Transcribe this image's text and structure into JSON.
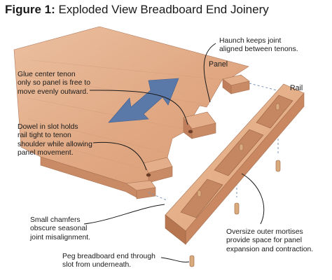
{
  "title": {
    "figure_label": "Figure 1:",
    "text": "Exploded View Breadboard End Joinery"
  },
  "parts": {
    "panel": "Panel",
    "rail": "Rail"
  },
  "callouts": {
    "haunch": "Haunch keeps joint\naligned between tenons.",
    "glue_center": "Glue center tenon\nonly so panel is free to\nmove evenly outward.",
    "dowel_slot": "Dowel in slot holds\nrail tight to tenon\nshoulder while allowing\npanel movement.",
    "chamfers": "Small chamfers\nobscure seasonal\njoint misalignment.",
    "mortises": "Oversize outer mortises\nprovide space for panel\nexpansion and contraction.",
    "peg": "Peg breadboard end through\nslot from underneath."
  },
  "colors": {
    "panel_top": "#e0a883",
    "panel_edge": "#c98a66",
    "rail_top": "#e3ad86",
    "rail_front": "#c98862",
    "rail_end": "#b77650",
    "arrow": "#5a79a8",
    "peg": "#d9aa7c",
    "leader": "#1a1a1a",
    "dash": "#7d95b8"
  },
  "icons": {
    "movement_arrow": "double-arrow-icon"
  }
}
